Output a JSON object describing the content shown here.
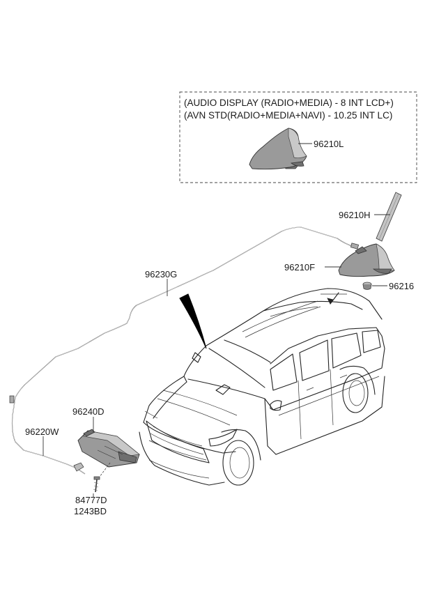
{
  "option_box": {
    "line1": "(AUDIO DISPLAY (RADIO+MEDIA) - 8 INT LCD+)",
    "line2": "(AVN STD(RADIO+MEDIA+NAVI) - 10.25 INT LC)",
    "part_label": "96210L"
  },
  "parts": {
    "rod_antenna": "96210H",
    "shark_antenna": "96210F",
    "grommet": "96216",
    "feeder_cable": "96230G",
    "module": "96240D",
    "extension_cable": "96220W",
    "screw_1": "84777D",
    "screw_2": "1243BD"
  }
}
